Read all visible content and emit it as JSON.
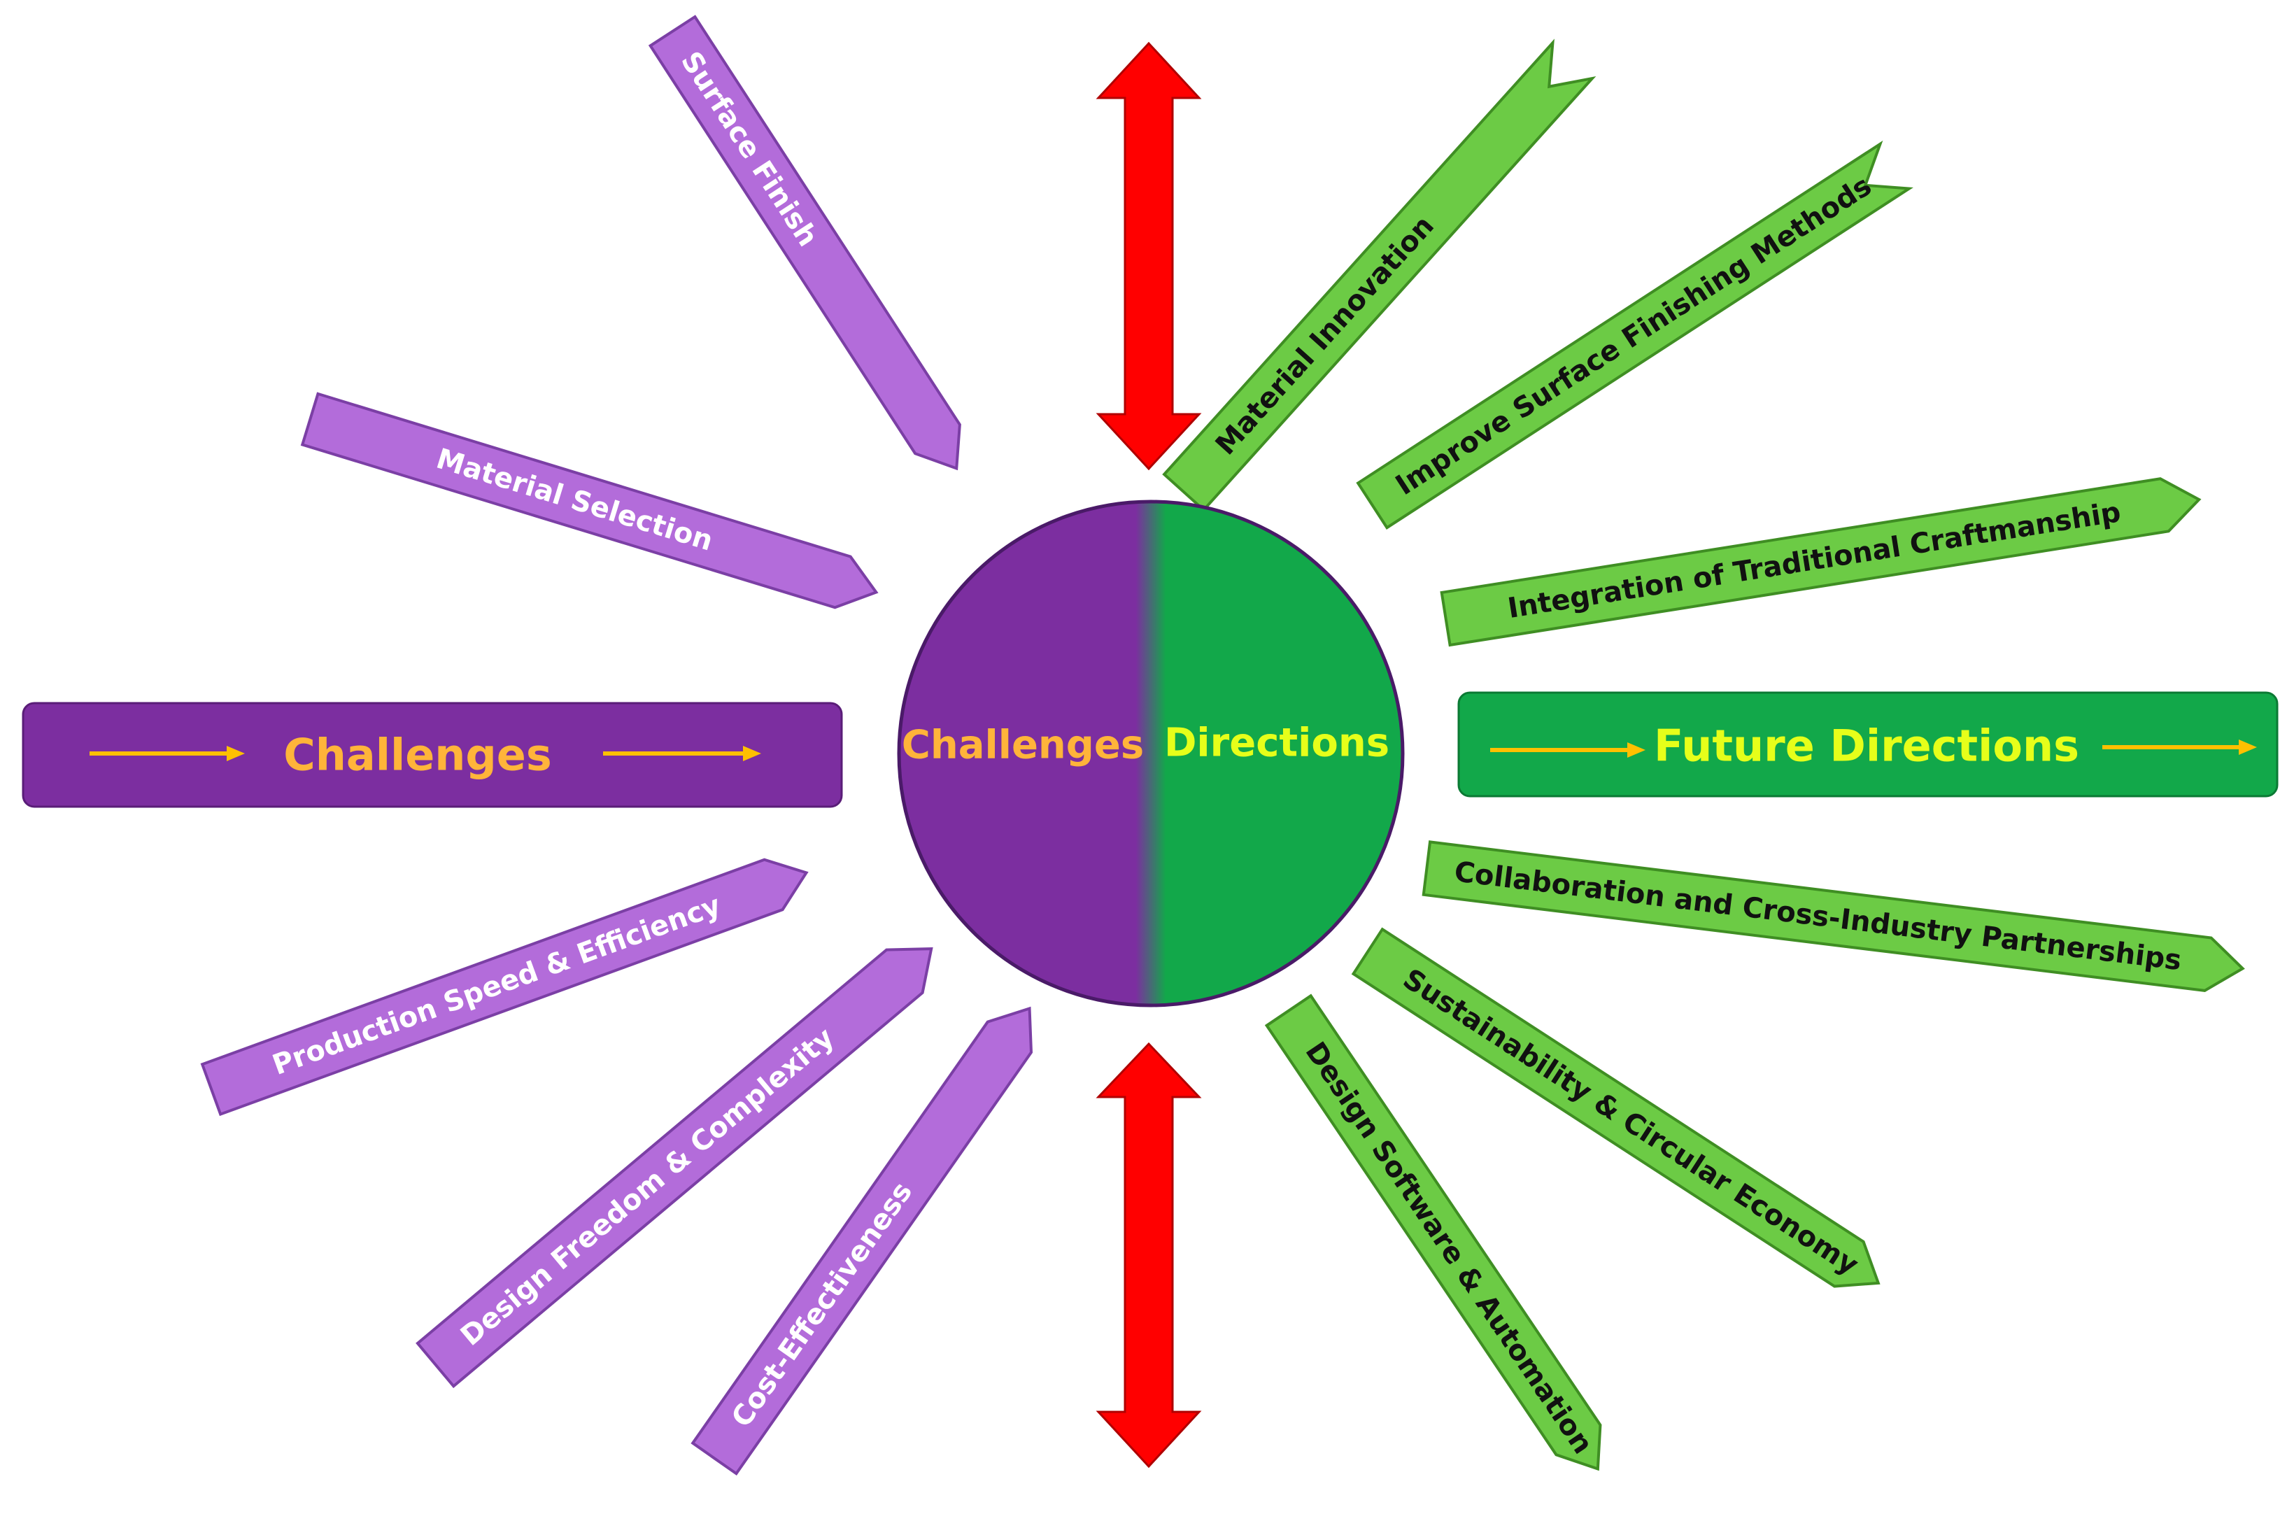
{
  "colors": {
    "challenge_fill": "#b36cda",
    "challenge_dark": "#7c2ea0",
    "direction_fill": "#6ccb45",
    "direction_dark": "#12a84a",
    "challenge_text": "#ffb43a",
    "direction_text": "#e6ff1a",
    "arrow_red": "#ff0000",
    "small_arrow": "#ffc000"
  },
  "center": {
    "left_label": "Challenges",
    "right_label": "Directions"
  },
  "banners": {
    "challenges": "Challenges",
    "future_directions": "Future Directions"
  },
  "challenges": [
    "Surface Finish",
    "Material Selection",
    "Production Speed & Efficiency",
    "Design Freedom & Complexity",
    "Cost-Effectiveness"
  ],
  "directions": [
    "Material Innovation",
    "Improve Surface Finishing Methods",
    "Integration of Traditional Craftmanship",
    "Collaboration and Cross-Industry Partnerships",
    "Sustainability & Circular Economy",
    "Design Software & Automation"
  ],
  "decorations": {
    "vertical_arrows": "red-double-headed-arrow",
    "banner_arrows": "orange-right-arrow-icon"
  }
}
